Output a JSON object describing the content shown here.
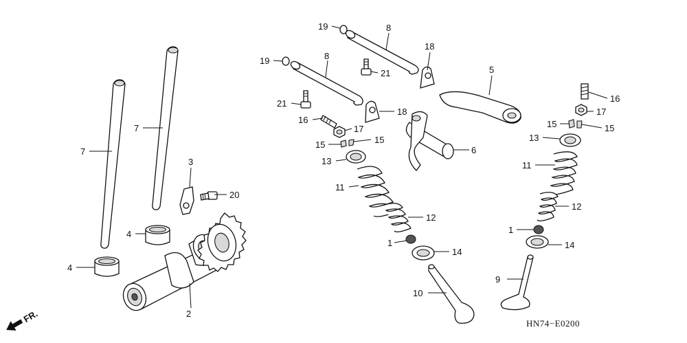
{
  "diagram_code": "HN74−E0200",
  "direction_label": "FR.",
  "callouts": {
    "c1_right": "1",
    "c1_left": "1",
    "c2": "2",
    "c3": "3",
    "c4_upper": "4",
    "c4_lower": "4",
    "c5": "5",
    "c6": "6",
    "c7_left": "7",
    "c7_right": "7",
    "c8_upper": "8",
    "c8_lower": "8",
    "c9": "9",
    "c10": "10",
    "c11_left": "11",
    "c11_right": "11",
    "c12_left": "12",
    "c12_right": "12",
    "c13_left": "13",
    "c13_right": "13",
    "c14_left": "14",
    "c14_right": "14",
    "c15_left_a": "15",
    "c15_left_b": "15",
    "c15_right_a": "15",
    "c15_right_b": "15",
    "c16_left": "16",
    "c16_right": "16",
    "c17_left": "17",
    "c17_right": "17",
    "c18_upper": "18",
    "c18_lower": "18",
    "c19_upper": "19",
    "c19_lower": "19",
    "c20": "20",
    "c21_upper": "21",
    "c21_lower": "21"
  }
}
